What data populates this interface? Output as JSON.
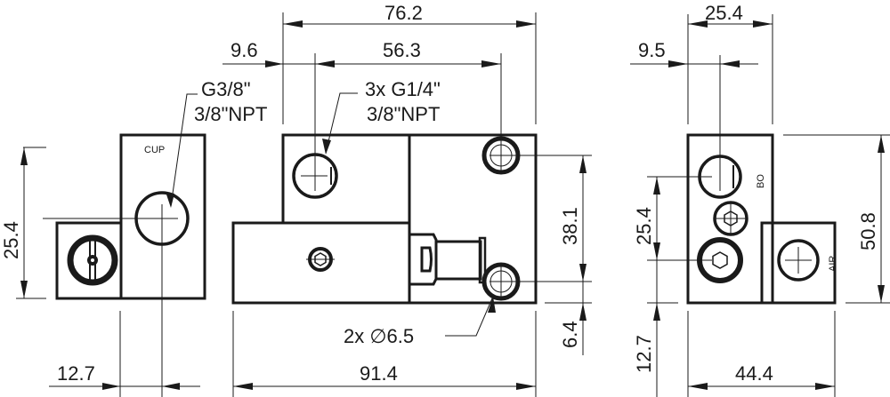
{
  "drawing": {
    "title": "Technical drawing - three orthographic views",
    "left_view": {
      "port_label": "CUP",
      "callout_line1": "G3/8\"",
      "callout_line2": "3/8\"NPT",
      "dim_height": "25.4",
      "dim_offset": "12.7"
    },
    "center_view": {
      "dim_overall_top": "76.2",
      "dim_left_offset": "9.6",
      "dim_hole_spacing": "56.3",
      "callout_ports_line1": "3x G1/4\"",
      "callout_ports_line2": "3/8\"NPT",
      "dim_vertical_holes": "38.1",
      "dim_bottom_offset": "6.4",
      "callout_holes": "2x ∅6.5",
      "dim_overall_bottom": "91.4"
    },
    "right_view": {
      "dim_top_width": "25.4",
      "dim_left_offset": "9.5",
      "port_label_top": "BO",
      "port_label_bottom": "AIR",
      "dim_port_spacing": "25.4",
      "dim_overall_height": "50.8",
      "dim_bottom_offset": "12.7",
      "dim_overall_width": "44.4"
    }
  }
}
